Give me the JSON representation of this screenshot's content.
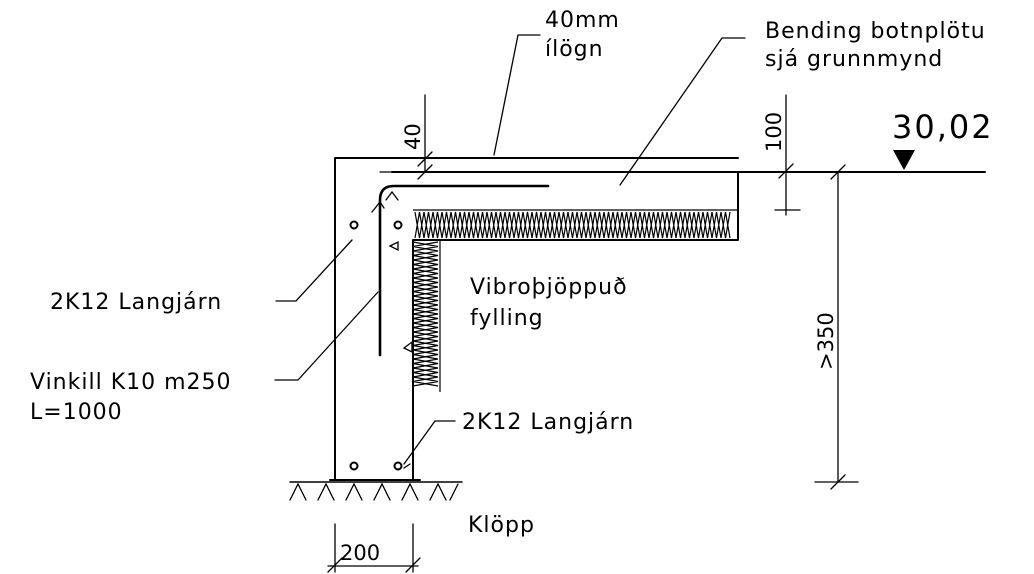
{
  "labels": {
    "ilogn_1": "40mm",
    "ilogn_2": "ílögn",
    "bending_1": "Bending botnplötu",
    "bending_2": "sjá grunnmynd",
    "elevation": "30,02",
    "langjarn_left": "2K12 Langjárn",
    "fylling_1": "Vibroþjöppuð",
    "fylling_2": "fylling",
    "vinkill_1": "Vinkill K10 m250",
    "vinkill_2": "L=1000",
    "langjarn_bottom": "2K12 Langjárn",
    "klopp": "Klöpp"
  },
  "dimensions": {
    "top_cover": "40",
    "slab_thickness": "100",
    "depth": ">350",
    "wall_width": "200"
  }
}
